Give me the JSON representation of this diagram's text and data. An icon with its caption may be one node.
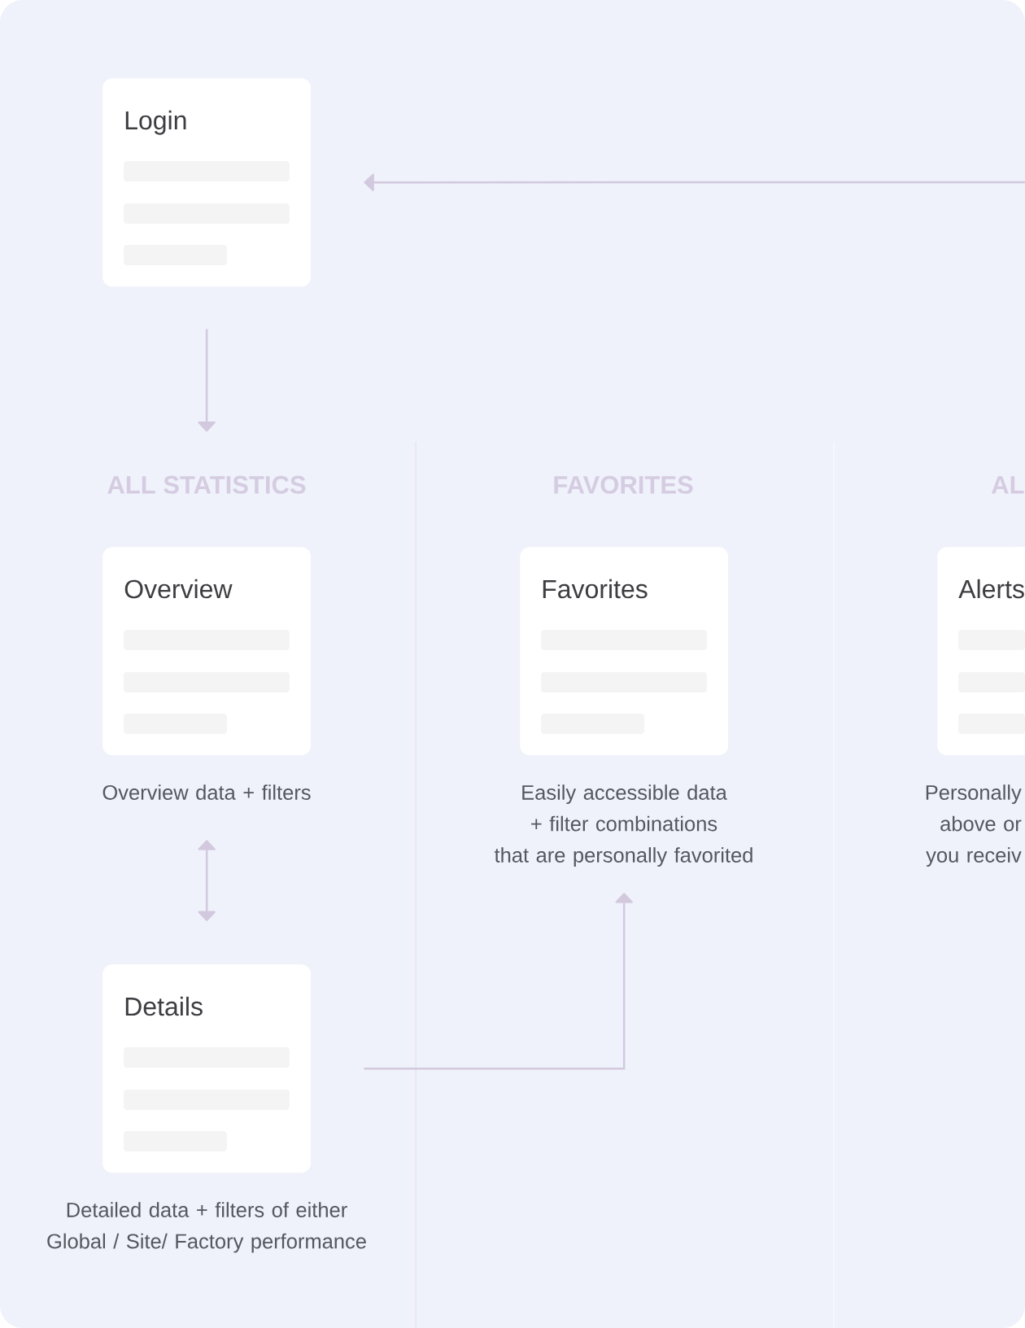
{
  "diagram": {
    "nodes": [
      {
        "text": [
          "Login"
        ]
      },
      {
        "text": [
          "ALL STATISTICS"
        ]
      },
      {
        "text": [
          "Overview"
        ],
        "beside": [
          "Overview data + filters"
        ]
      },
      {
        "text": [
          "Favorites"
        ],
        "beside": [
          "Easily accessible data + filter combinations that are personally favorited"
        ]
      },
      {
        "text": [
          "Alerts"
        ],
        "beside": [
          "Personally above or you receiv"
        ]
      },
      {
        "text": [
          "Details"
        ],
        "beside": [
          "Detailed data + filters of either Global / Site/ Factory performance"
        ]
      }
    ],
    "edges": [
      {
        "from": null,
        "to": 0,
        "arrow": "to"
      },
      {
        "from": 0,
        "to": 1,
        "arrow": "to"
      },
      {
        "from": 2,
        "to": 5,
        "arrow": "both"
      },
      {
        "from": 5,
        "to": 3,
        "arrow": "to"
      }
    ],
    "labels": [
      "FAVORITES",
      "AL"
    ]
  }
}
